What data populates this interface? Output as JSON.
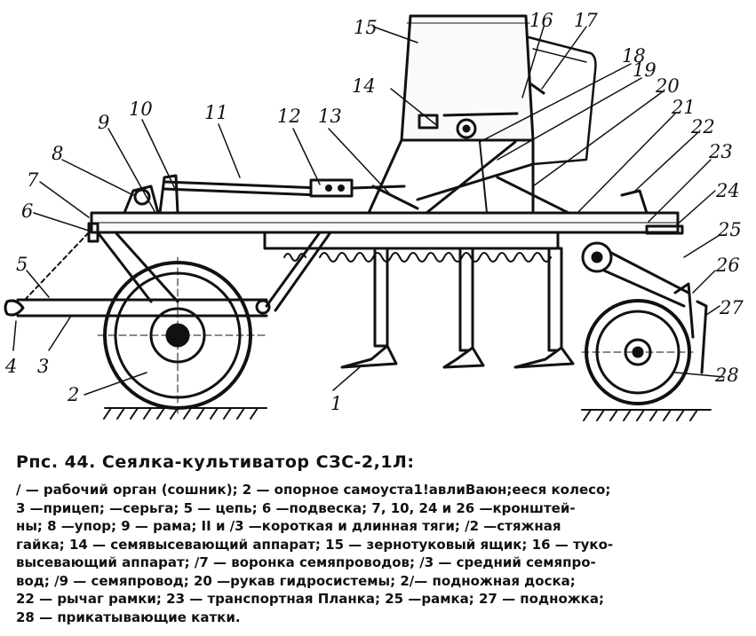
{
  "figure": {
    "labels": [
      "1",
      "2",
      "3",
      "4",
      "5",
      "6",
      "7",
      "8",
      "9",
      "10",
      "11",
      "12",
      "13",
      "14",
      "15",
      "16",
      "17",
      "18",
      "19",
      "20",
      "21",
      "22",
      "23",
      "24",
      "25",
      "26",
      "27",
      "28"
    ]
  },
  "caption": {
    "title": "Рпс. 44. Сеялка-культиватор СЗС-2,1Л:",
    "lines": [
      "/ — рабочий орган (сошник); 2 — опорное самоуста1!авлиВаюн;еeся колесо;",
      "3 —прицеп;    —серьга; 5 — цепь; 6 —подвеска; 7, 10, 24 и 26 —кронштей-",
      "ны; 8 —упор; 9 — рама; II и /3 —короткая и длинная тяги; /2 —стяжная",
      "гайка; 14 — семявысевающий аппарат; 15 — зернотуковый ящик; 16 — туко-",
      "высевающий аппарат; /7 — воронка семяпроводов; /3 — средний семяпро-",
      "вод; /9 — семяпровод; 20 —рукав гидросистемы; 2/— подножная доска;",
      "22 — рычаг рамки; 23 — транспортная Планка; 25 —рамка; 27 — подножка;",
      "28 — прикатывающие катки."
    ]
  }
}
